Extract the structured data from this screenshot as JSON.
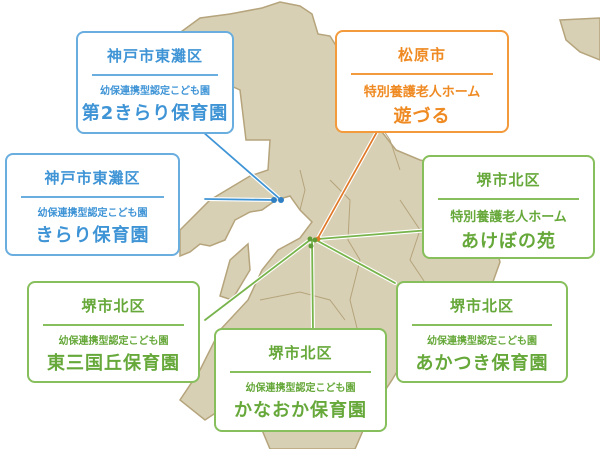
{
  "colors": {
    "land": "#d8d0b4",
    "land_border": "#b5a47c",
    "blue": "#3f94d6",
    "orange": "#ef8a22",
    "green": "#66a83a"
  },
  "facilities": [
    {
      "area": "神戸市東灘区",
      "type": "幼保連携型認定こども園",
      "name": "第2きらり保育園",
      "color": "blue"
    },
    {
      "area": "松原市",
      "type": "特別養護老人ホーム",
      "name": "遊づる",
      "color": "orange"
    },
    {
      "area": "神戸市東灘区",
      "type": "幼保連携型認定こども園",
      "name": "きらり保育園",
      "color": "blue"
    },
    {
      "area": "堺市北区",
      "type": "特別養護老人ホーム",
      "name": "あけぼの苑",
      "color": "green"
    },
    {
      "area": "堺市北区",
      "type": "幼保連携型認定こども園",
      "name": "東三国丘保育園",
      "color": "green"
    },
    {
      "area": "堺市北区",
      "type": "幼保連携型認定こども園",
      "name": "かなおか保育園",
      "color": "green"
    },
    {
      "area": "堺市北区",
      "type": "幼保連携型認定こども園",
      "name": "あかつき保育園",
      "color": "green"
    }
  ]
}
